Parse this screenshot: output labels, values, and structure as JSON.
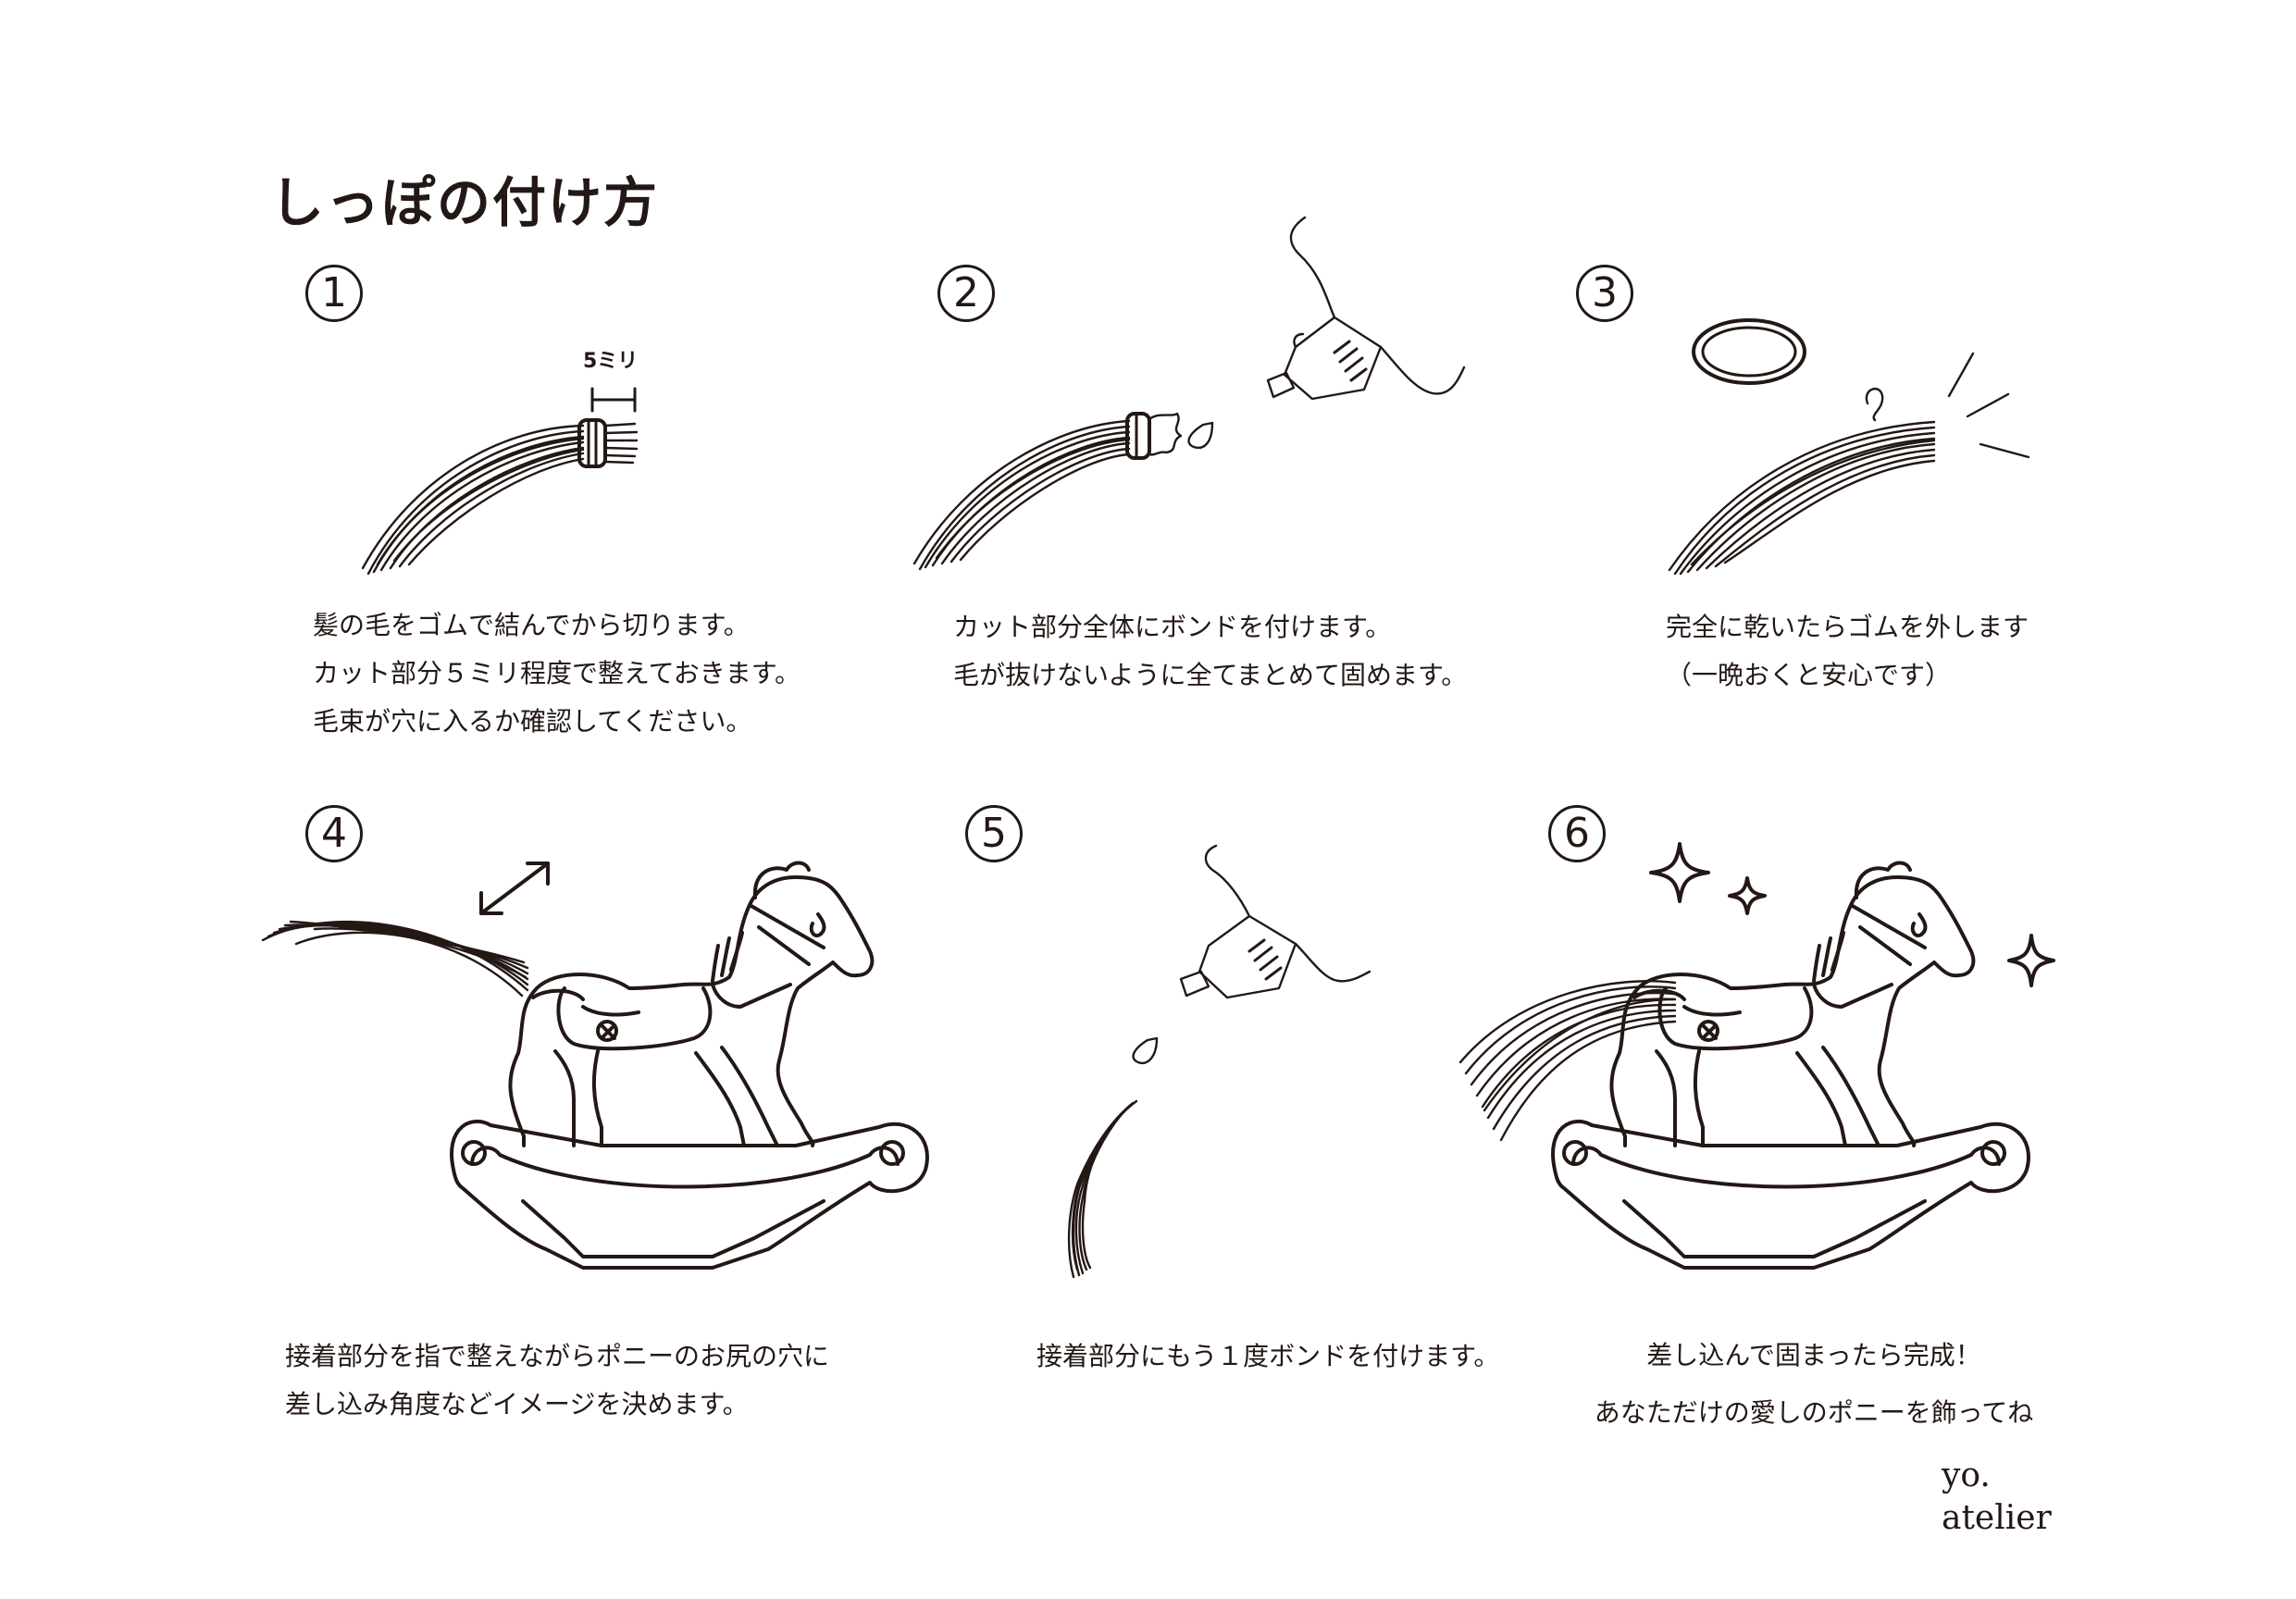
{
  "title": "しっぽの付け方",
  "steps": [
    {
      "num": "1",
      "lines": [
        "髪の毛をゴムで結んでから切ります。",
        "カット部分５ミリ程度で整えておきます。",
        "毛束が穴に入るか確認してください。"
      ]
    },
    {
      "num": "2",
      "lines": [
        "カット部分全体にボンドを付けます。",
        "毛が抜けないように全てまとめて固めます。"
      ]
    },
    {
      "num": "3",
      "lines": [
        "完全に乾いたらゴムを外します",
        "（一晩おくと安心です）"
      ]
    },
    {
      "num": "4",
      "lines": [
        "接着部分を指で整えながらポニーのお尻の穴に",
        "差し込み角度などイメージを決めます。"
      ]
    },
    {
      "num": "5",
      "lines": [
        "接着部分にもう１度ボンドを付けます。"
      ]
    },
    {
      "num": "6",
      "lines": [
        "差し込んで固まったら完成！",
        "あなただけの愛しのポニーを飾ってね"
      ]
    }
  ],
  "annotation": {
    "measure": "5ミリ"
  },
  "logo": {
    "line1": "yo.",
    "line2": "atelier"
  },
  "colors": {
    "ink": "#231815",
    "background": "#ffffff"
  }
}
